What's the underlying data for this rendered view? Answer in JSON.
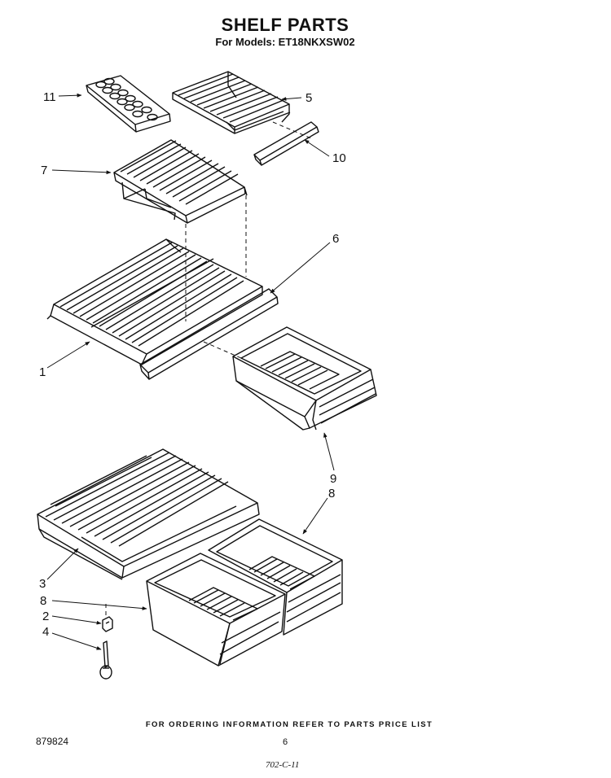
{
  "header": {
    "title": "SHELF PARTS",
    "subtitle": "For Models: ET18NKXSW02"
  },
  "callouts": [
    {
      "id": "c11",
      "label": "11"
    },
    {
      "id": "c5",
      "label": "5"
    },
    {
      "id": "c10",
      "label": "10"
    },
    {
      "id": "c7",
      "label": "7"
    },
    {
      "id": "c6",
      "label": "6"
    },
    {
      "id": "c1",
      "label": "1"
    },
    {
      "id": "c9",
      "label": "9"
    },
    {
      "id": "c8a",
      "label": "8"
    },
    {
      "id": "c3",
      "label": "3"
    },
    {
      "id": "c8b",
      "label": "8"
    },
    {
      "id": "c2",
      "label": "2"
    },
    {
      "id": "c4",
      "label": "4"
    }
  ],
  "footer": {
    "note": "FOR ORDERING INFORMATION REFER TO PARTS PRICE LIST",
    "doc_number": "879824",
    "page_number": "6",
    "handwritten_code": "702-C-11"
  }
}
